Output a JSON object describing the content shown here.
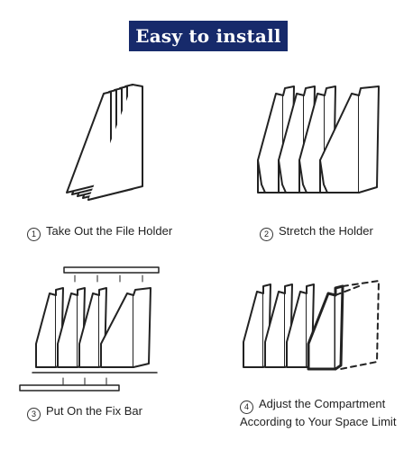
{
  "banner": {
    "title": "Easy to install"
  },
  "steps": [
    {
      "number": "1",
      "text": "Take Out the File Holder"
    },
    {
      "number": "2",
      "text": "Stretch the Holder"
    },
    {
      "number": "3",
      "text": "Put On the Fix Bar"
    },
    {
      "number": "4",
      "line1": "Adjust the Compartment",
      "line2": "According to Your Space Limit"
    }
  ],
  "colors": {
    "banner": "#172a6b",
    "line": "#222222"
  }
}
